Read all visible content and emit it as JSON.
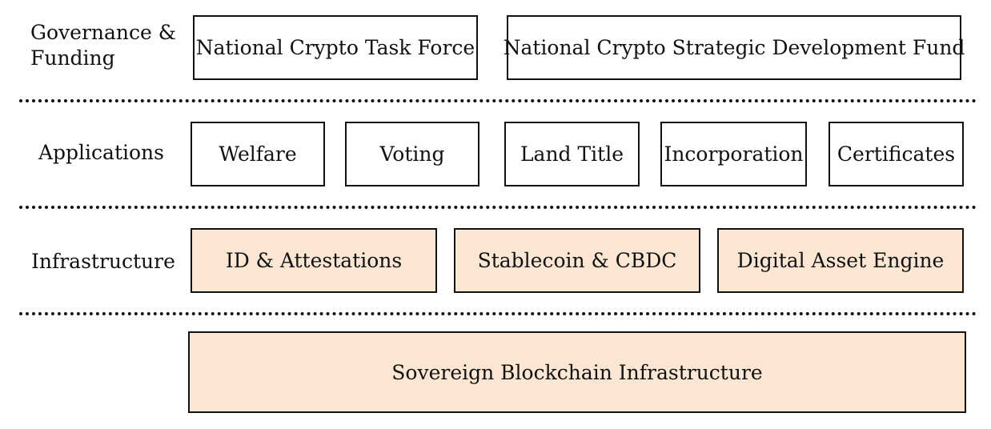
{
  "colors": {
    "border": "#111111",
    "infrastructure_fill": "#fde6d2",
    "background": "#ffffff"
  },
  "layers": {
    "governance": {
      "label": "Governance & Funding",
      "label_line1": "Governance &",
      "label_line2": "Funding",
      "boxes": [
        "National Crypto Task Force",
        "National Crypto Strategic Development Fund"
      ]
    },
    "applications": {
      "label": "Applications",
      "boxes": [
        "Welfare",
        "Voting",
        "Land Title",
        "Incorporation",
        "Certificates"
      ]
    },
    "infrastructure": {
      "label": "Infrastructure",
      "boxes": [
        "ID & Attestations",
        "Stablecoin & CBDC",
        "Digital Asset Engine"
      ]
    },
    "foundation": {
      "box": "Sovereign Blockchain Infrastructure"
    }
  }
}
